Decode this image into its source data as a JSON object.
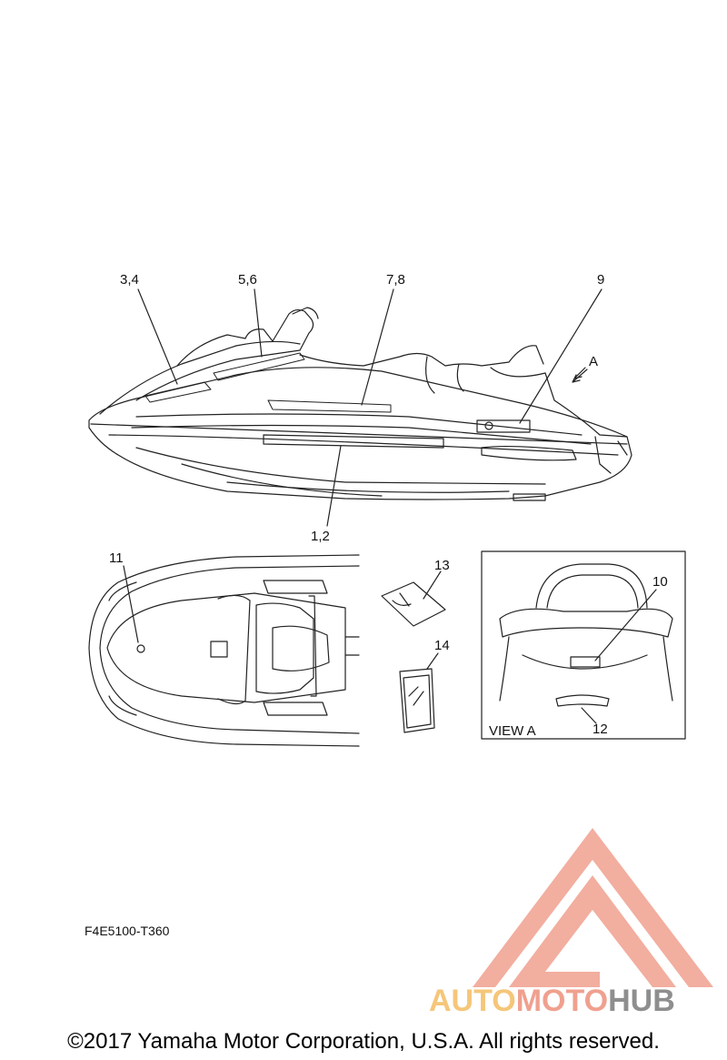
{
  "callouts": {
    "c34": "3,4",
    "c56": "5,6",
    "c78": "7,8",
    "c9": "9",
    "cA": "A",
    "c12": "1,2",
    "c11": "11",
    "c13": "13",
    "c14": "14",
    "c10": "10",
    "c12b": "12"
  },
  "view_label": "VIEW A",
  "part_code": "F4E5100-T360",
  "watermark": {
    "part1": "AUTO",
    "part2": "MOTO",
    "part3": "HUB",
    "colors": {
      "gold": "#f5c67a",
      "salmon": "#f0a08f",
      "gray": "#8e8e8e"
    }
  },
  "copyright": "©2017 Yamaha Motor Corporation, U.S.A. All rights reserved."
}
